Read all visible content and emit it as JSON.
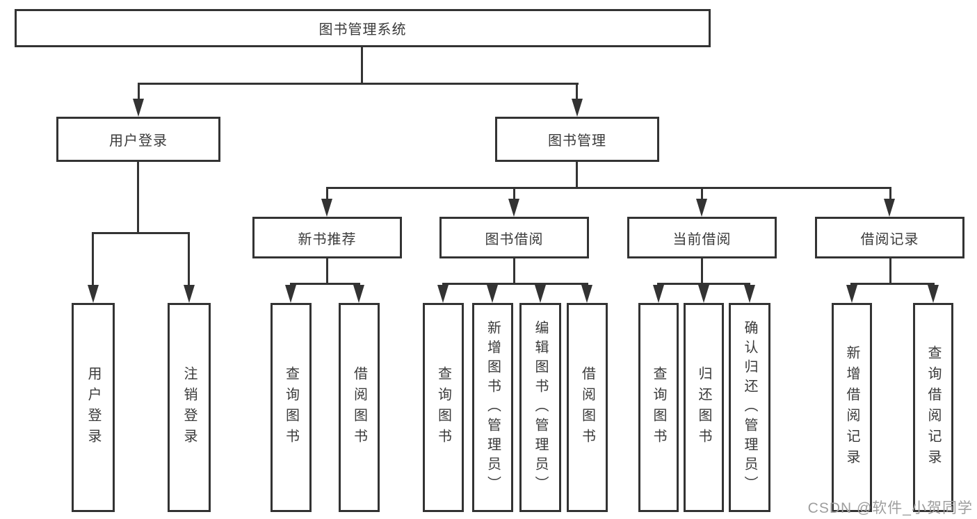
{
  "diagram": {
    "root": {
      "label": "图书管理系统"
    },
    "level2": [
      {
        "label": "用户登录"
      },
      {
        "label": "图书管理"
      }
    ],
    "level3": [
      {
        "label": "新书推荐"
      },
      {
        "label": "图书借阅"
      },
      {
        "label": "当前借阅"
      },
      {
        "label": "借阅记录"
      }
    ],
    "leaves": {
      "user_login": [
        {
          "label": "用户登录"
        },
        {
          "label": "注销登录"
        }
      ],
      "new_book": [
        {
          "label": "查询图书"
        },
        {
          "label": "借阅图书"
        }
      ],
      "book_borrow": [
        {
          "label": "查询图书"
        },
        {
          "label": "新增图书（管理员）"
        },
        {
          "label": "编辑图书（管理员）"
        },
        {
          "label": "借阅图书"
        }
      ],
      "current_borrow": [
        {
          "label": "查询图书"
        },
        {
          "label": "归还图书"
        },
        {
          "label": "确认归还（管理员）"
        }
      ],
      "borrow_record": [
        {
          "label": "新增借阅记录"
        },
        {
          "label": "查询借阅记录"
        }
      ]
    },
    "watermark": "CSDN @软件_小贺同学",
    "colors": {
      "line": "#333333",
      "text": "#3a3a3a",
      "watermark": "#9e9e9e",
      "background": "#ffffff"
    }
  }
}
